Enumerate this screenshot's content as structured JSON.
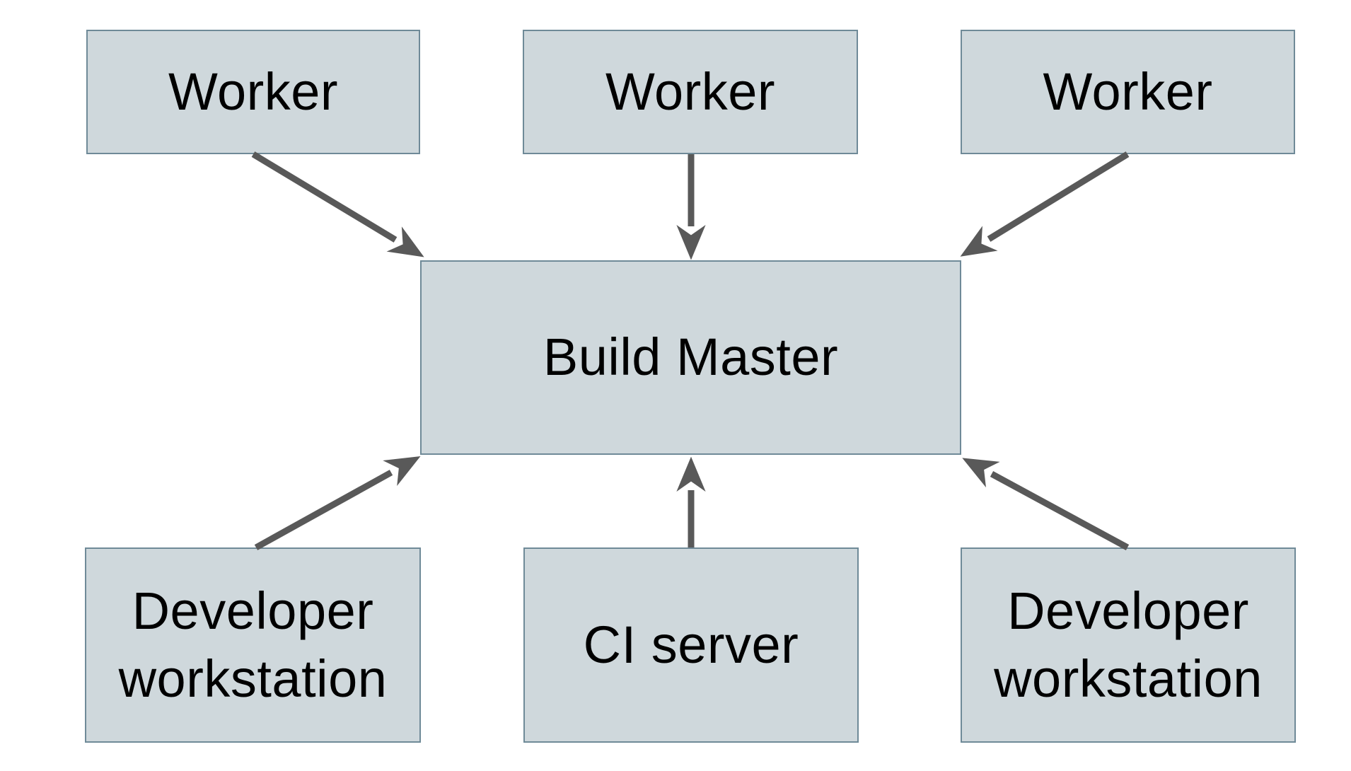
{
  "diagram": {
    "type": "architecture-diagram",
    "description": "Distributed build system topology: three Workers feed into a central Build Master; two Developer workstations and a CI server submit to the Build Master.",
    "nodes": [
      {
        "id": "worker-1",
        "label": "Worker"
      },
      {
        "id": "worker-2",
        "label": "Worker"
      },
      {
        "id": "worker-3",
        "label": "Worker"
      },
      {
        "id": "build-master",
        "label": "Build Master"
      },
      {
        "id": "dev-workstation-1",
        "label": "Developer workstation"
      },
      {
        "id": "ci-server",
        "label": "CI server"
      },
      {
        "id": "dev-workstation-2",
        "label": "Developer workstation"
      }
    ],
    "edges": [
      {
        "from": "worker-1",
        "to": "build-master"
      },
      {
        "from": "worker-2",
        "to": "build-master"
      },
      {
        "from": "worker-3",
        "to": "build-master"
      },
      {
        "from": "dev-workstation-1",
        "to": "build-master"
      },
      {
        "from": "ci-server",
        "to": "build-master"
      },
      {
        "from": "dev-workstation-2",
        "to": "build-master"
      }
    ],
    "colors": {
      "node_fill": "#cfd8dc",
      "node_border": "#6f8a98",
      "arrow": "#595959",
      "text": "#000000",
      "background": "#ffffff"
    }
  }
}
